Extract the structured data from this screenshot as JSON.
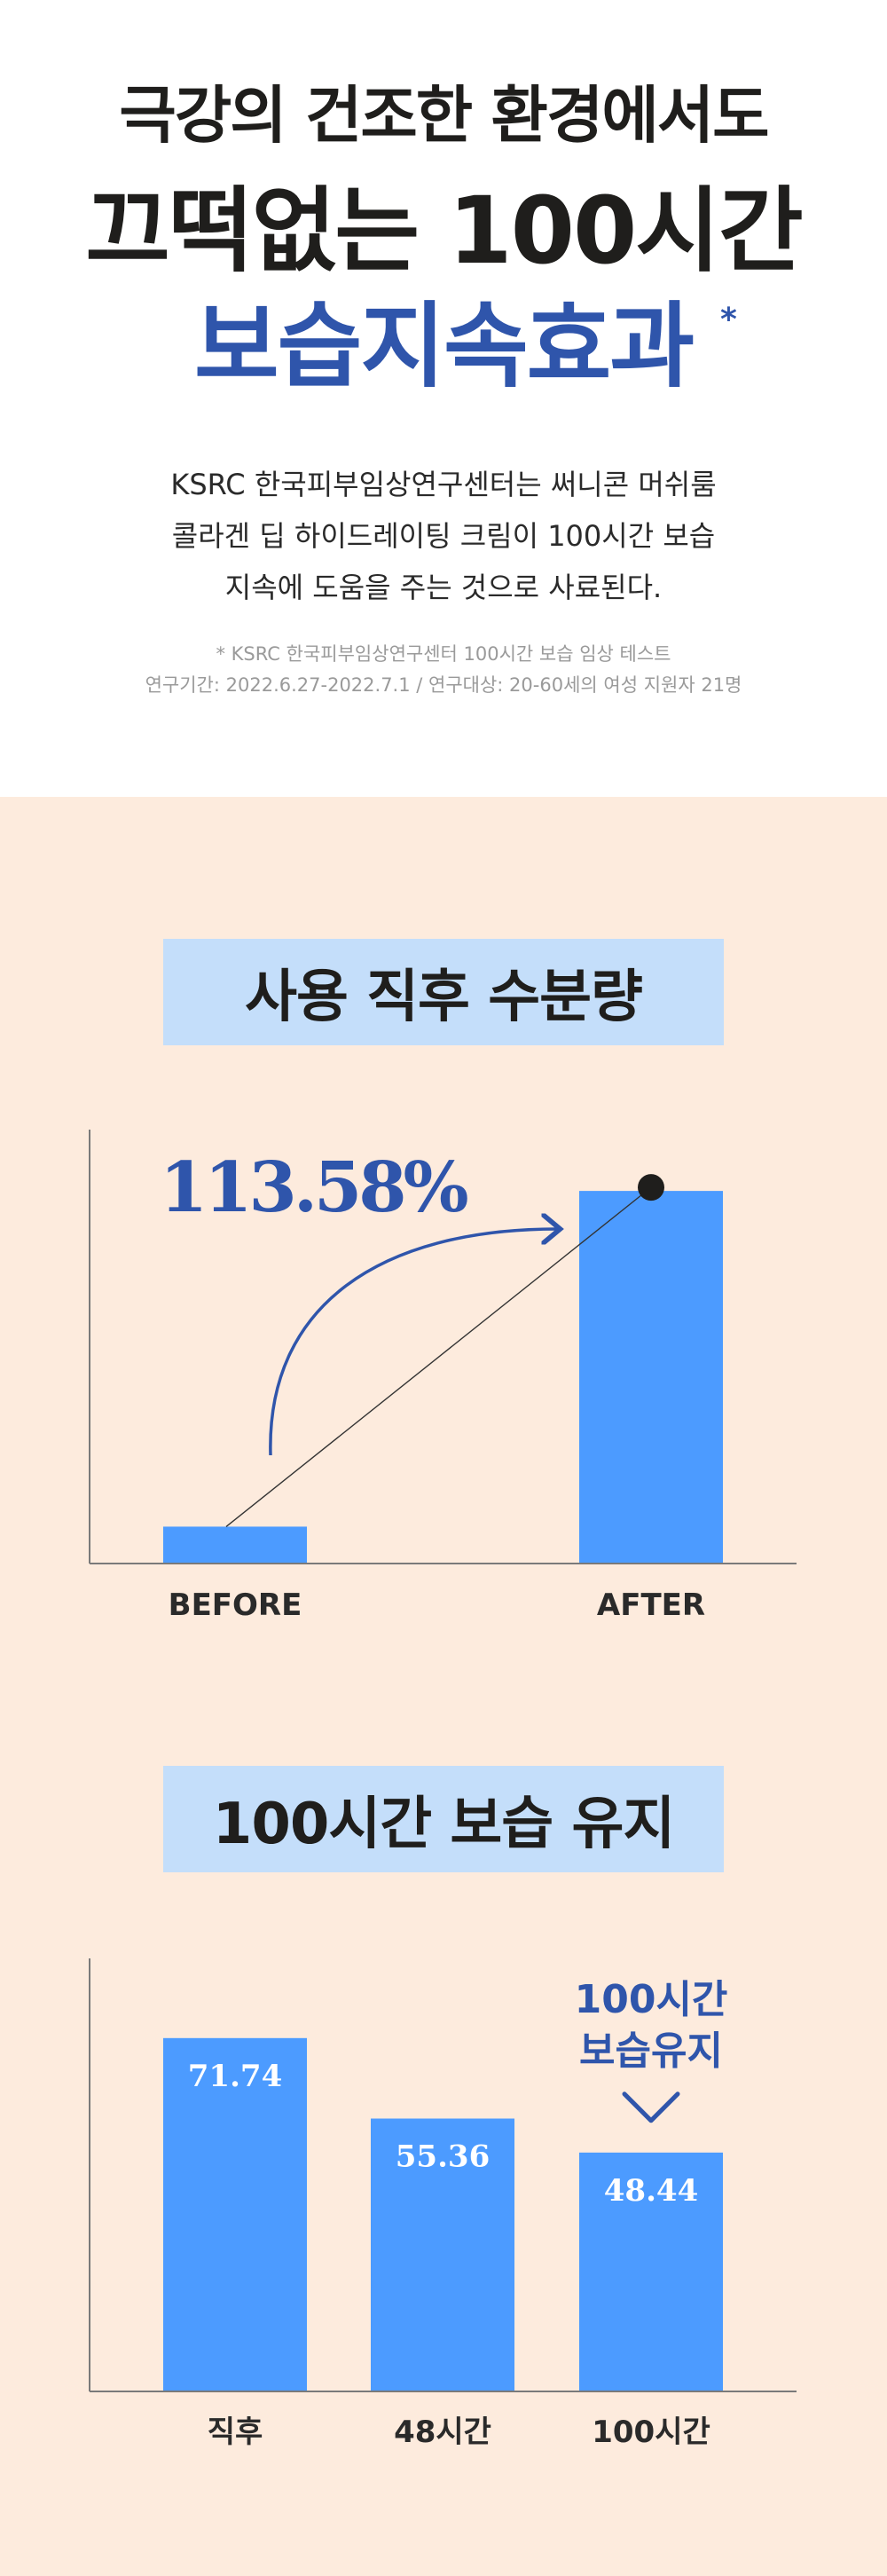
{
  "header": {
    "line1": "극강의 건조한 환경에서도",
    "line2": "끄떡없는 100시간",
    "line3": "보습지속효과",
    "asterisk": "*"
  },
  "description": [
    "KSRC 한국피부임상연구센터는 써니콘 머쉬룸",
    "콜라겐 딥 하이드레이팅 크림이 100시간 보습",
    "지속에 도움을 주는 것으로 사료된다."
  ],
  "footnote": [
    "* KSRC 한국피부임상연구센터 100시간 보습 임상 테스트",
    "연구기간: 2022.6.27-2022.7.1 / 연구대상: 20-60세의 여성 지원자 21명"
  ],
  "colors": {
    "accent": "#2f55ab",
    "bar": "#4c9bff",
    "badge": "#c4defa",
    "section_bg": "#fdebdd"
  },
  "chart_data": [
    {
      "type": "bar",
      "title": "사용 직후 수분량",
      "categories": [
        "BEFORE",
        "AFTER"
      ],
      "values": [
        11,
        113.58
      ],
      "annotation": "113.58%",
      "ylim": [
        0,
        125
      ],
      "grid": false
    },
    {
      "type": "bar",
      "title": "100시간 보습 유지",
      "categories": [
        "직후",
        "48시간",
        "100시간"
      ],
      "values": [
        71.74,
        55.36,
        48.44
      ],
      "value_labels": [
        "71.74",
        "55.36",
        "48.44"
      ],
      "annotation": [
        "100시간",
        "보습유지"
      ],
      "ylim": [
        0,
        82
      ],
      "grid": false
    }
  ]
}
